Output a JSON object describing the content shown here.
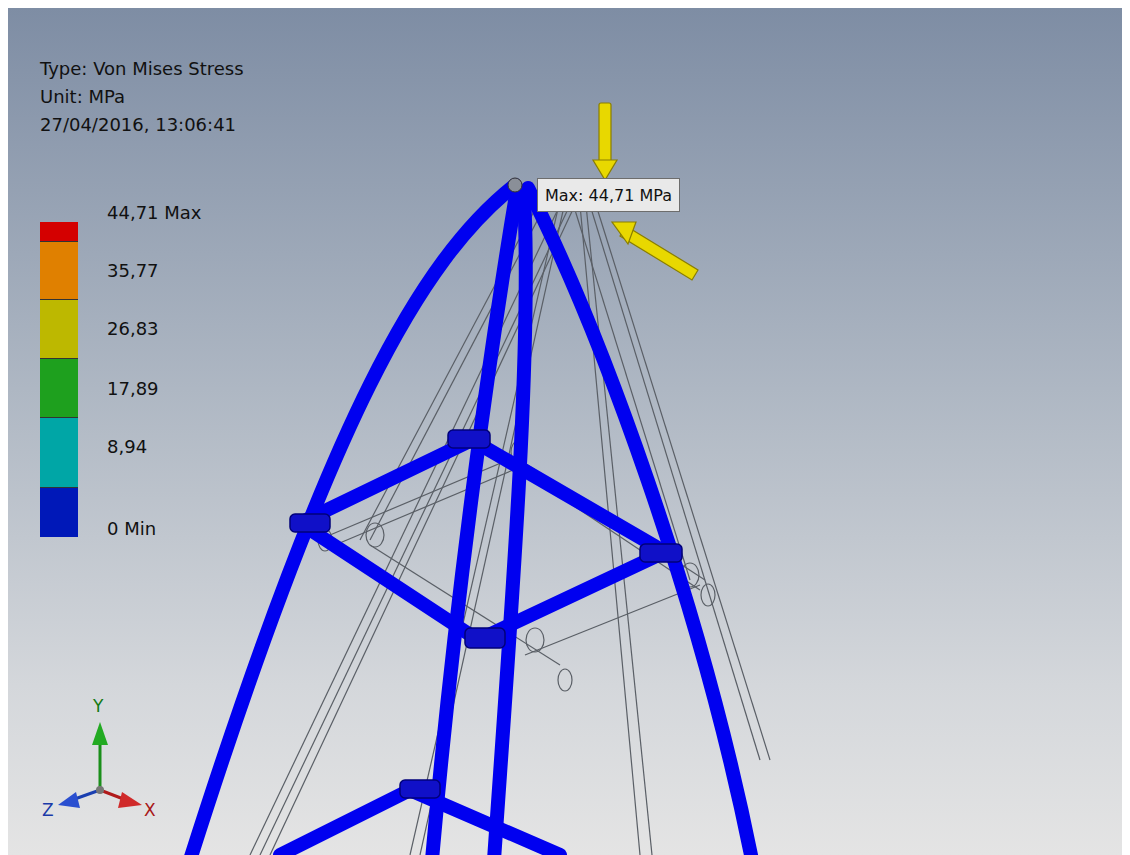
{
  "diagram": {
    "nodes": [
      {
        "text": [
          "Max: 44,71 MPa"
        ]
      }
    ],
    "labels": [
      "Type: Von Mises Stress",
      "Unit: MPa",
      "27/04/2016, 13:06:41",
      "Y",
      "Z",
      "X"
    ],
    "legend": [
      {
        "text": "44,71 Max",
        "color": "#d40000"
      },
      {
        "text": "35,77",
        "color": "#e08000"
      },
      {
        "text": "26,83",
        "color": "#bdb800"
      },
      {
        "text": "17,89",
        "color": "#1ea01e"
      },
      {
        "text": "8,94",
        "color": "#00a6a6"
      },
      {
        "text": "0 Min",
        "color": "#0018b8"
      }
    ]
  }
}
